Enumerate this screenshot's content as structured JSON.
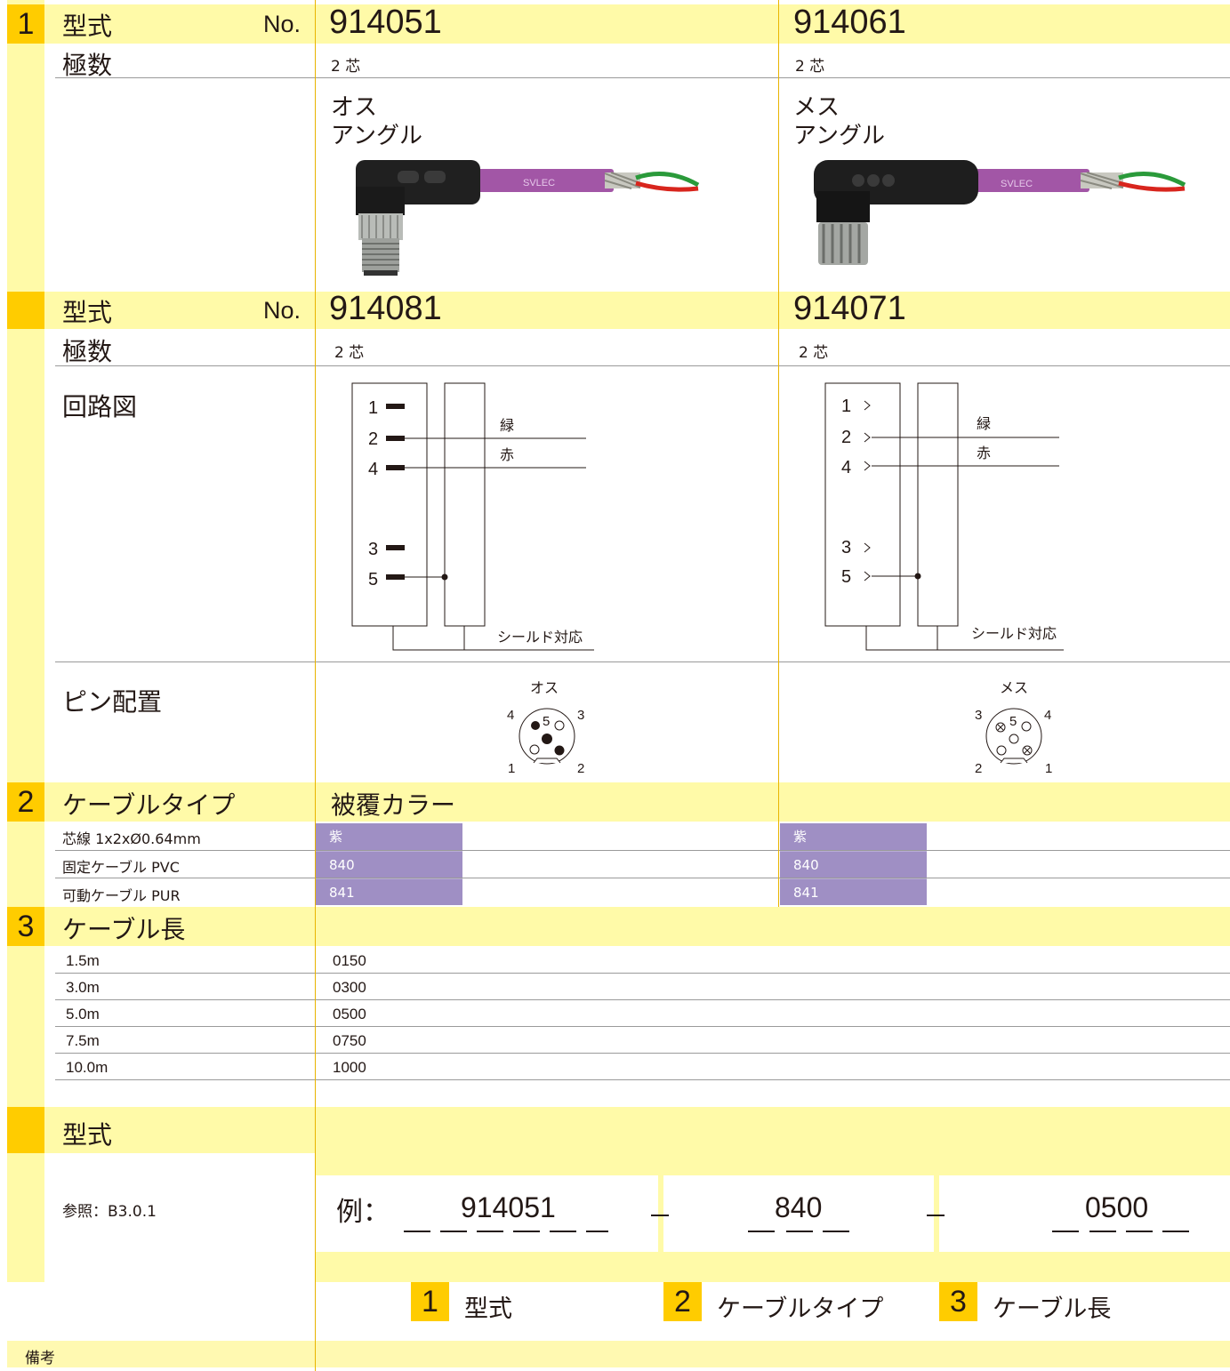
{
  "section1": {
    "number": "1",
    "label_model": "型式",
    "label_no": "No.",
    "label_poles": "極数",
    "products": [
      {
        "model": "914051",
        "poles": "2 芯",
        "type_line1": "オス",
        "type_line2": "アングル",
        "photo_icon": "male-angled-connector-cable-photo",
        "cable_print": "SVLEC"
      },
      {
        "model": "914061",
        "poles": "2 芯",
        "type_line1": "メス",
        "type_line2": "アングル",
        "photo_icon": "female-angled-connector-cable-photo",
        "cable_print": "SVLEC"
      }
    ]
  },
  "section1b": {
    "label_model": "型式",
    "label_no": "No.",
    "label_poles": "極数",
    "label_circuit": "回路図",
    "label_pinout": "ピン配置",
    "products": [
      {
        "model": "914081",
        "poles": "2 芯",
        "pin_labels": [
          "1",
          "2",
          "4",
          "3",
          "5"
        ],
        "wire_green": "緑",
        "wire_red": "赤",
        "shield": "シールド対応",
        "gender": "オス",
        "pinout_labels": [
          "4",
          "5",
          "3",
          "1",
          "2"
        ]
      },
      {
        "model": "914071",
        "poles": "2 芯",
        "pin_labels": [
          "1",
          "2",
          "4",
          "3",
          "5"
        ],
        "wire_green": "緑",
        "wire_red": "赤",
        "shield": "シールド対応",
        "gender": "メス",
        "pinout_labels": [
          "3",
          "5",
          "4",
          "2",
          "1"
        ]
      }
    ]
  },
  "section2": {
    "number": "2",
    "title": "ケーブルタイプ",
    "color_header": "被覆カラー",
    "rows": [
      {
        "label": "芯線 1x2xØ0.64mm",
        "col1": "紫",
        "col2": "紫"
      },
      {
        "label": "固定ケーブル PVC",
        "col1": "840",
        "col2": "840"
      },
      {
        "label": "可動ケーブル PUR",
        "col1": "841",
        "col2": "841"
      }
    ],
    "swatch_color": "#9f8fc4"
  },
  "section3": {
    "number": "3",
    "title": "ケーブル長",
    "rows": [
      {
        "length": "1.5m",
        "code": "0150"
      },
      {
        "length": "3.0m",
        "code": "0300"
      },
      {
        "length": "5.0m",
        "code": "0500"
      },
      {
        "length": "7.5m",
        "code": "0750"
      },
      {
        "length": "10.0m",
        "code": "1000"
      }
    ]
  },
  "ordering": {
    "title": "型式",
    "reference": "参照：B3.0.1",
    "example_label": "例：",
    "example_model": "914051",
    "example_cable": "840",
    "example_length": "0500",
    "separator": "–",
    "legend": [
      {
        "number": "1",
        "label": "型式"
      },
      {
        "number": "2",
        "label": "ケーブルタイプ"
      },
      {
        "number": "3",
        "label": "ケーブル長"
      }
    ]
  },
  "remarks": {
    "label": "備考"
  },
  "colors": {
    "accent": "#ffcc00",
    "header_band": "#fffaa8",
    "purple": "#9f8fc4"
  }
}
